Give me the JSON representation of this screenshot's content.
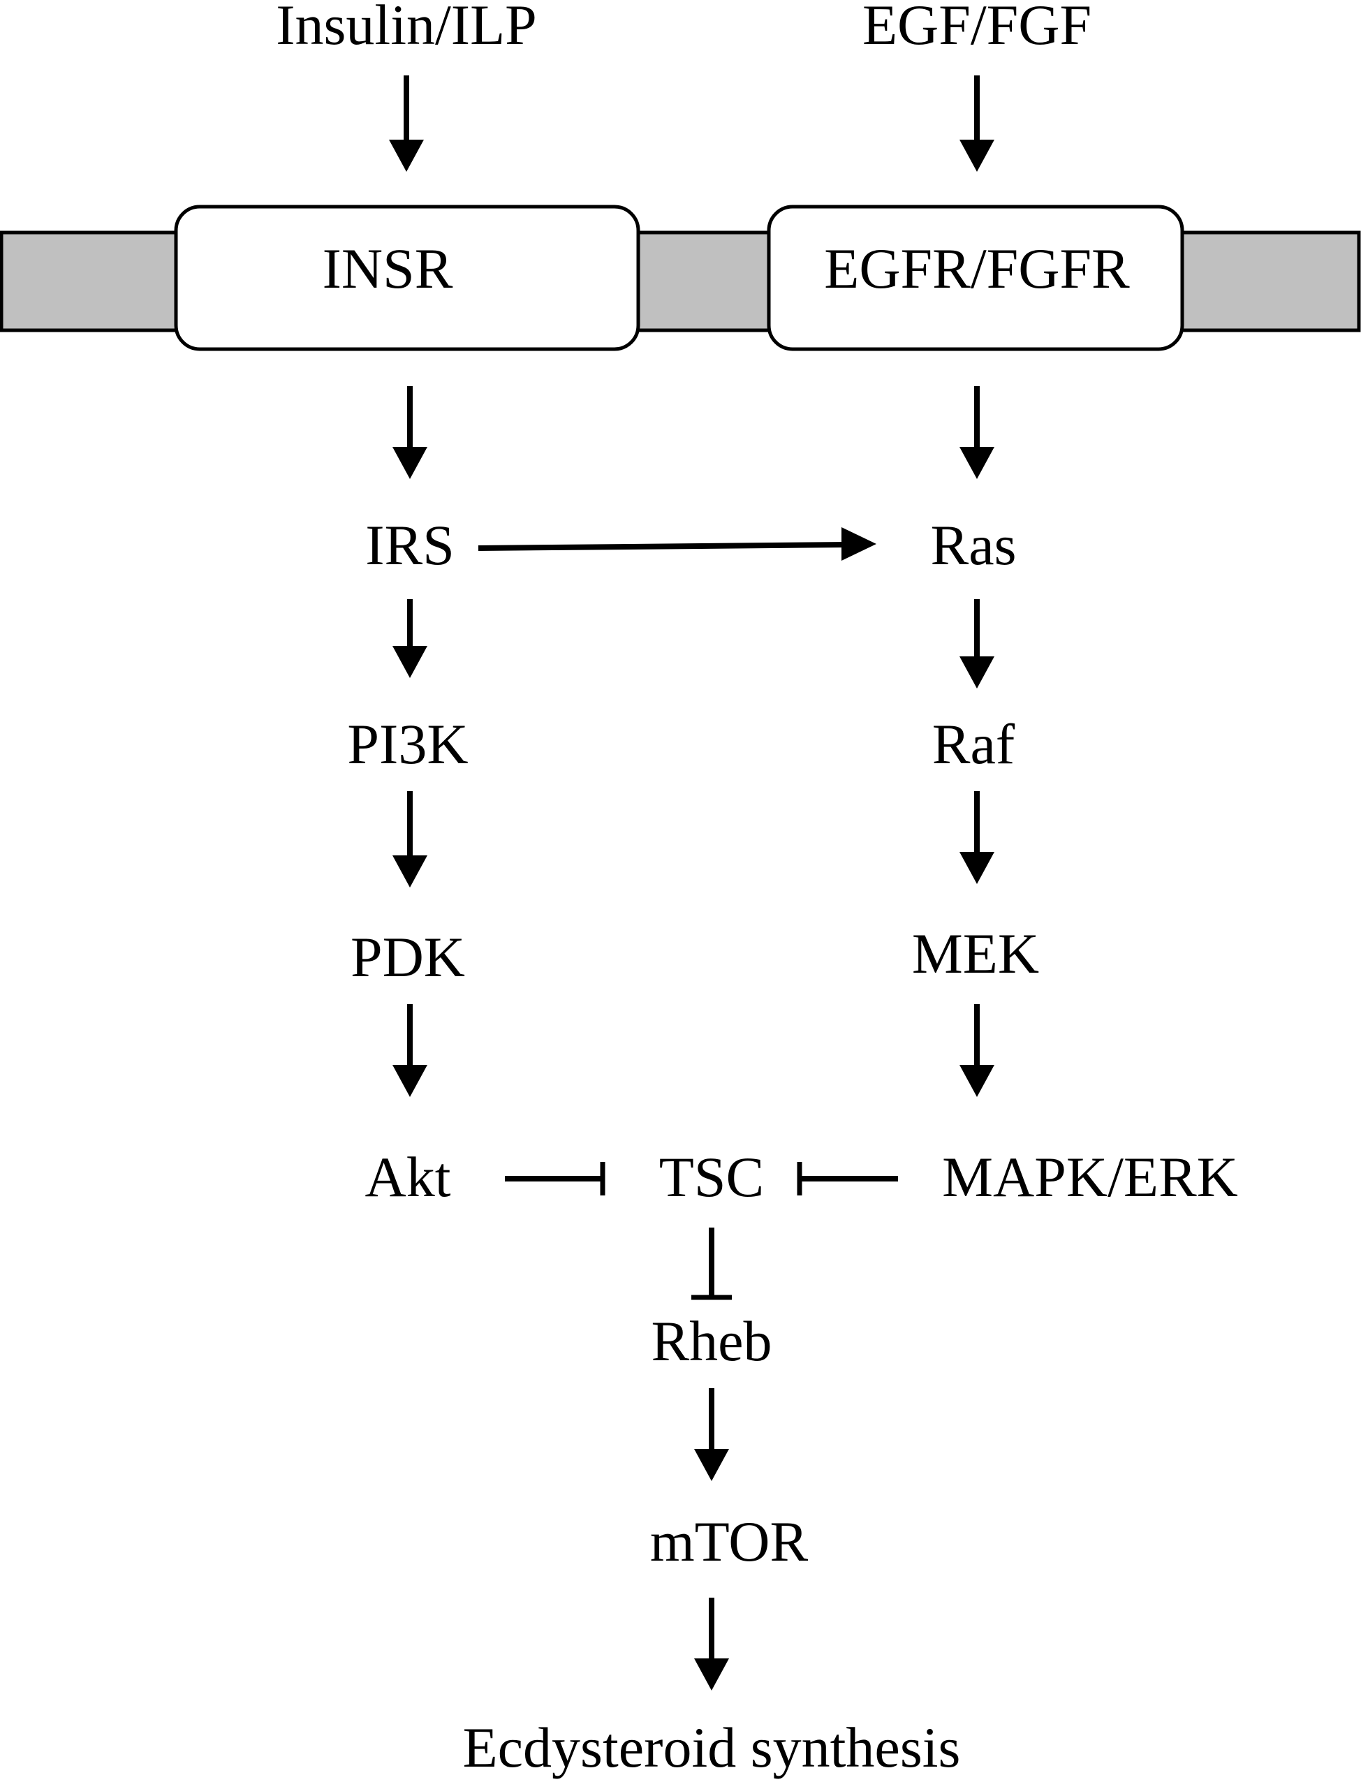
{
  "colors": {
    "membrane_fill": "#c0c0c0",
    "receptor_fill": "#ffffff",
    "stroke": "#000000",
    "text": "#000000"
  },
  "diagram": {
    "nodes": {
      "insulin_ilp": "Insulin/ILP",
      "egf_fgf": "EGF/FGF",
      "insr": "INSR",
      "egfr_fgfr": "EGFR/FGFR",
      "irs": "IRS",
      "ras": "Ras",
      "pi3k": "PI3K",
      "raf": "Raf",
      "pdk": "PDK",
      "mek": "MEK",
      "akt": "Akt",
      "tsc": "TSC",
      "mapk_erk": "MAPK/ERK",
      "rheb": "Rheb",
      "mtor": "mTOR",
      "ecdysteroid_synthesis": "Ecdysteroid synthesis"
    },
    "edges": [
      {
        "from": "insulin_ilp",
        "to": "insr",
        "type": "activation"
      },
      {
        "from": "egf_fgf",
        "to": "egfr_fgfr",
        "type": "activation"
      },
      {
        "from": "insr",
        "to": "irs",
        "type": "activation"
      },
      {
        "from": "egfr_fgfr",
        "to": "ras",
        "type": "activation"
      },
      {
        "from": "irs",
        "to": "ras",
        "type": "activation"
      },
      {
        "from": "irs",
        "to": "pi3k",
        "type": "activation"
      },
      {
        "from": "pi3k",
        "to": "pdk",
        "type": "activation"
      },
      {
        "from": "pdk",
        "to": "akt",
        "type": "activation"
      },
      {
        "from": "ras",
        "to": "raf",
        "type": "activation"
      },
      {
        "from": "raf",
        "to": "mek",
        "type": "activation"
      },
      {
        "from": "mek",
        "to": "mapk_erk",
        "type": "activation"
      },
      {
        "from": "akt",
        "to": "tsc",
        "type": "inhibition"
      },
      {
        "from": "mapk_erk",
        "to": "tsc",
        "type": "inhibition"
      },
      {
        "from": "tsc",
        "to": "rheb",
        "type": "inhibition"
      },
      {
        "from": "rheb",
        "to": "mtor",
        "type": "activation"
      },
      {
        "from": "mtor",
        "to": "ecdysteroid_synthesis",
        "type": "activation"
      }
    ]
  }
}
